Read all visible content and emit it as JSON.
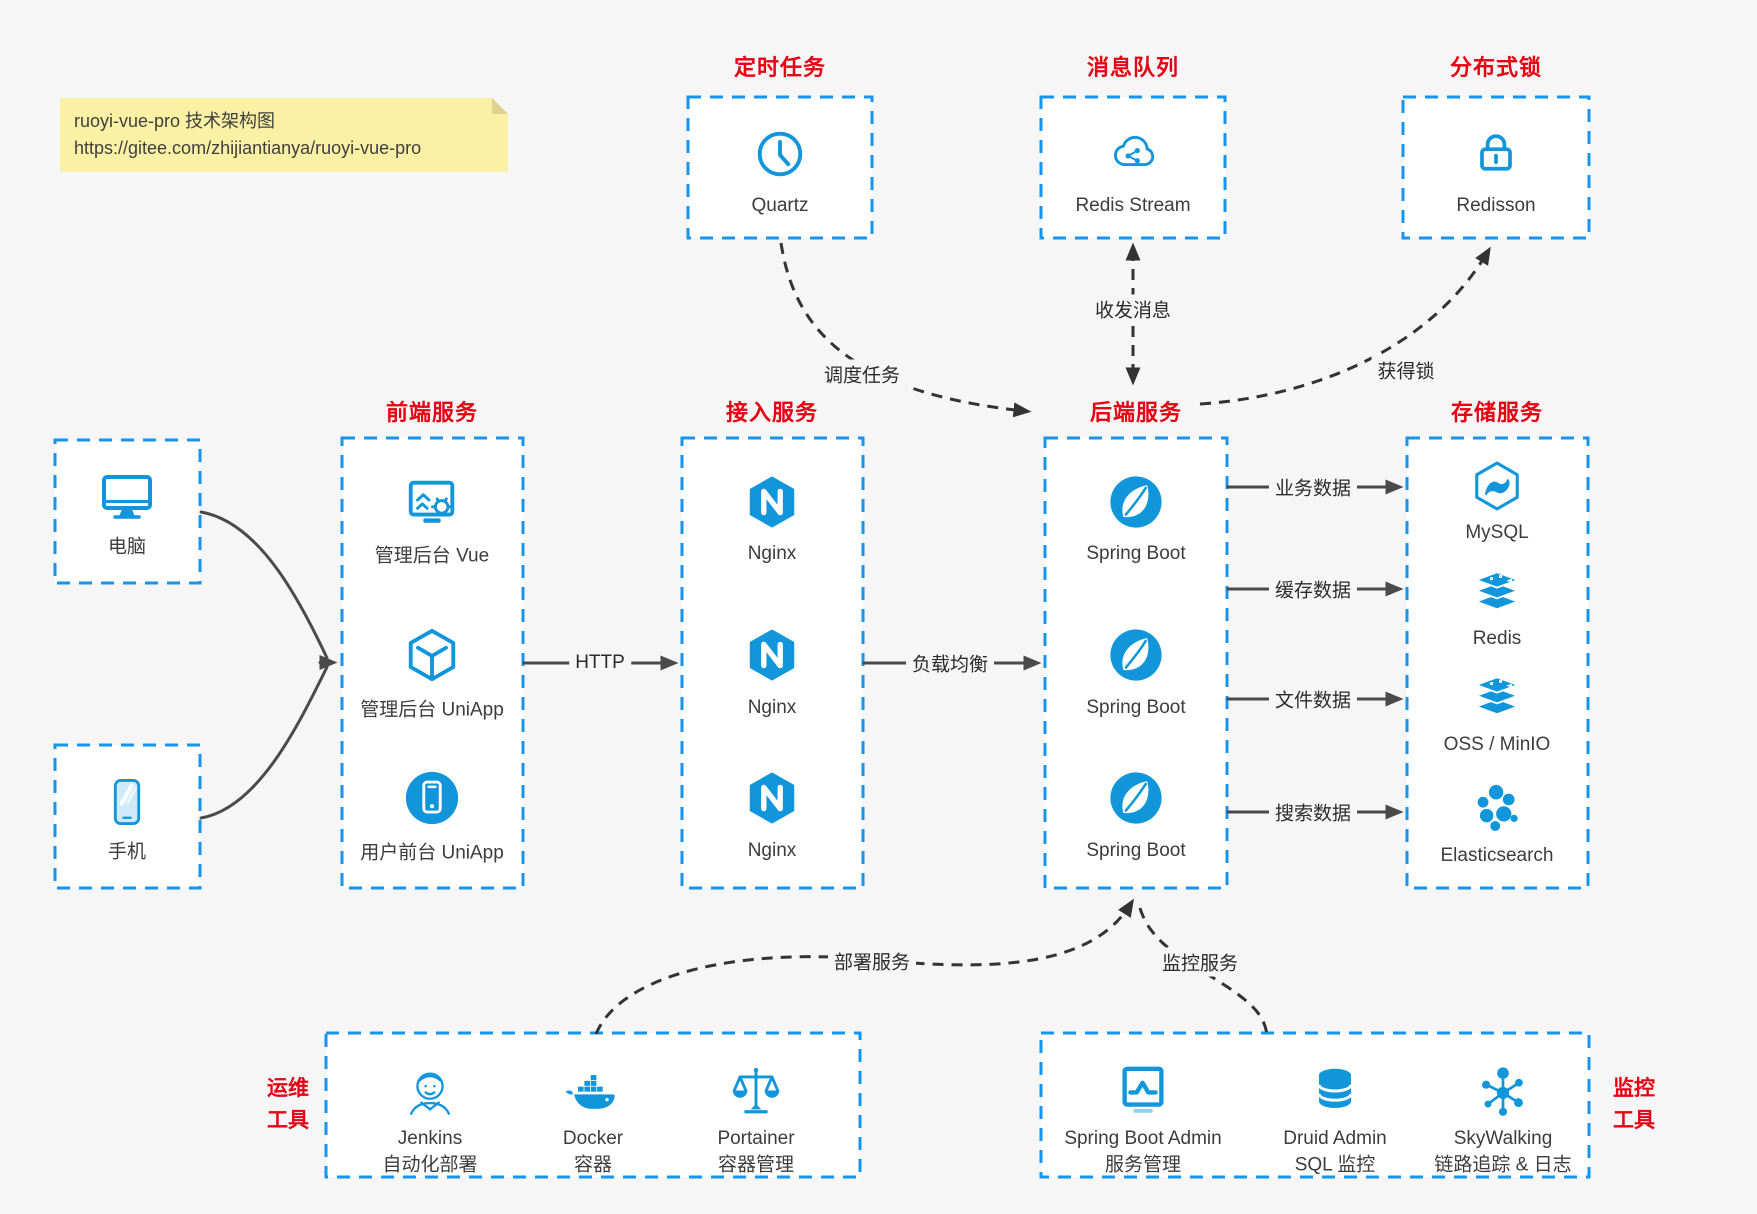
{
  "note": {
    "title": "ruoyi-vue-pro 技术架构图",
    "url": "https://gitee.com/zhijiantianya/ruoyi-vue-pro"
  },
  "colors": {
    "accent_blue": "#1296db",
    "box_border_blue": "#1794ec",
    "title_red": "#e60012",
    "dashed_line": "#333333",
    "solid_line": "#4a4a4a",
    "note_bg": "#faf1a4"
  },
  "devices": [
    {
      "icon": "desktop-icon",
      "label": "电脑"
    },
    {
      "icon": "mobile-icon",
      "label": "手机"
    }
  ],
  "groups": {
    "scheduler": {
      "title": "定时任务",
      "items": [
        {
          "icon": "clock-icon",
          "label": "Quartz"
        }
      ]
    },
    "queue": {
      "title": "消息队列",
      "items": [
        {
          "icon": "cloud-share-icon",
          "label": "Redis Stream"
        }
      ]
    },
    "lock": {
      "title": "分布式锁",
      "items": [
        {
          "icon": "padlock-icon",
          "label": "Redisson"
        }
      ]
    },
    "frontend": {
      "title": "前端服务",
      "items": [
        {
          "icon": "admin-vue-icon",
          "label": "管理后台 Vue"
        },
        {
          "icon": "uniapp-cube-icon",
          "label": "管理后台 UniApp"
        },
        {
          "icon": "phone-circle-icon",
          "label": "用户前台 UniApp"
        }
      ]
    },
    "gateway": {
      "title": "接入服务",
      "items": [
        {
          "icon": "nginx-icon",
          "label": "Nginx"
        },
        {
          "icon": "nginx-icon",
          "label": "Nginx"
        },
        {
          "icon": "nginx-icon",
          "label": "Nginx"
        }
      ]
    },
    "backend": {
      "title": "后端服务",
      "items": [
        {
          "icon": "springboot-icon",
          "label": "Spring Boot"
        },
        {
          "icon": "springboot-icon",
          "label": "Spring Boot"
        },
        {
          "icon": "springboot-icon",
          "label": "Spring Boot"
        }
      ]
    },
    "storage": {
      "title": "存储服务",
      "items": [
        {
          "icon": "mysql-icon",
          "label": "MySQL"
        },
        {
          "icon": "redis-stack-icon",
          "label": "Redis"
        },
        {
          "icon": "storage-stack-icon",
          "label": "OSS / MinIO"
        },
        {
          "icon": "elasticsearch-icon",
          "label": "Elasticsearch"
        }
      ]
    },
    "ops": {
      "title_line1": "运维",
      "title_line2": "工具",
      "items": [
        {
          "icon": "jenkins-icon",
          "label": "Jenkins",
          "sub": "自动化部署"
        },
        {
          "icon": "docker-icon",
          "label": "Docker",
          "sub": "容器"
        },
        {
          "icon": "portainer-icon",
          "label": "Portainer",
          "sub": "容器管理"
        }
      ]
    },
    "monitoring": {
      "title_line1": "监控",
      "title_line2": "工具",
      "items": [
        {
          "icon": "sba-icon",
          "label": "Spring Boot Admin",
          "sub": "服务管理"
        },
        {
          "icon": "druid-icon",
          "label": "Druid Admin",
          "sub": "SQL 监控"
        },
        {
          "icon": "skywalking-icon",
          "label": "SkyWalking",
          "sub": "链路追踪 & 日志"
        }
      ]
    }
  },
  "edges": {
    "http": "HTTP",
    "load_balance": "负载均衡",
    "business_data": "业务数据",
    "cache_data": "缓存数据",
    "file_data": "文件数据",
    "search_data": "搜索数据",
    "schedule_task": "调度任务",
    "send_receive_message": "收发消息",
    "acquire_lock": "获得锁",
    "deploy_service": "部署服务",
    "monitor_service": "监控服务"
  }
}
